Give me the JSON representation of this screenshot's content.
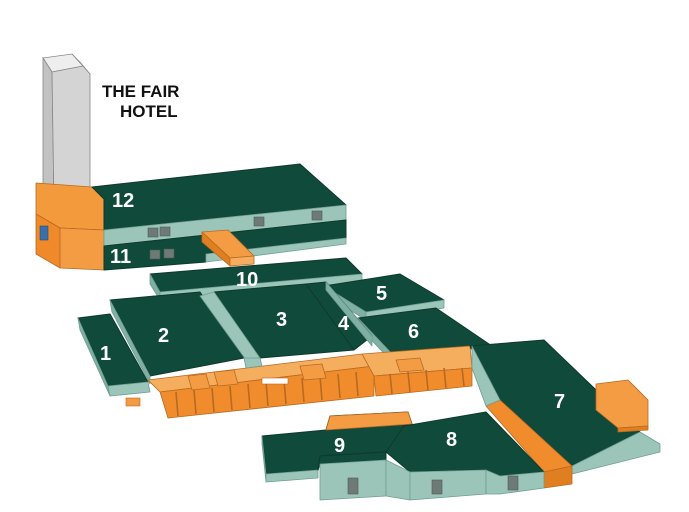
{
  "hotel": {
    "name_line1": "THE FAIR",
    "name_line2": "HOTEL"
  },
  "halls": [
    {
      "id": "1",
      "label": "1"
    },
    {
      "id": "2",
      "label": "2"
    },
    {
      "id": "3",
      "label": "3"
    },
    {
      "id": "4",
      "label": "4"
    },
    {
      "id": "5",
      "label": "5"
    },
    {
      "id": "6",
      "label": "6"
    },
    {
      "id": "7",
      "label": "7"
    },
    {
      "id": "8",
      "label": "8"
    },
    {
      "id": "9",
      "label": "9"
    },
    {
      "id": "10",
      "label": "10"
    },
    {
      "id": "11",
      "label": "11"
    },
    {
      "id": "12",
      "label": "12"
    }
  ],
  "colors": {
    "roof": "#0f4a3a",
    "wall": "#9cc5ba",
    "connector": "#f08c2c",
    "hotel_tower": "#d0d0d0"
  }
}
